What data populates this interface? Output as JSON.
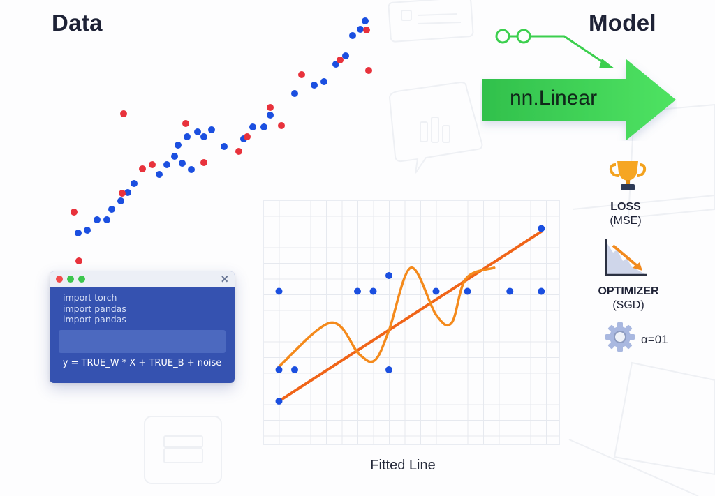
{
  "sections": {
    "data_title": "Data",
    "model_title": "Model"
  },
  "code_window": {
    "lines": [
      "import torch",
      "import pandas",
      "import pandas"
    ],
    "input_value": "",
    "formula": "y = TRUE_W * X + TRUE_B + noise",
    "close_icon": "×",
    "traffic_lights": [
      "#f24b4b",
      "#3cc64e",
      "#3cc64e"
    ]
  },
  "model": {
    "layer_label": "nn.Linear",
    "arrow_color": "#3ddc5a",
    "connector_color": "#3ccf4e"
  },
  "loss": {
    "title": "LOSS",
    "subtitle": "(MSE)",
    "icon": "trophy-icon"
  },
  "optimizer": {
    "title": "OPTIMIZER",
    "subtitle": "(SGD)",
    "icon": "descending-chart-icon",
    "setting_icon": "gear-icon",
    "learning_rate": "α=01"
  },
  "fitted": {
    "caption": "Fitted Line"
  },
  "colors": {
    "blue_point": "#1b4fe0",
    "red_point": "#e8323c",
    "fit_line": "#f06418",
    "overfit_curve": "#f48a1c",
    "code_bg": "#3552b0",
    "grid": "#e6e9ef"
  },
  "chart_data": [
    {
      "type": "scatter",
      "title": "Data",
      "series": [
        {
          "name": "blue",
          "color": "#1b4fe0",
          "points": [
            [
              112,
              334
            ],
            [
              125,
              330
            ],
            [
              139,
              315
            ],
            [
              153,
              315
            ],
            [
              160,
              300
            ],
            [
              173,
              288
            ],
            [
              183,
              276
            ],
            [
              192,
              263
            ],
            [
              228,
              250
            ],
            [
              239,
              236
            ],
            [
              250,
              224
            ],
            [
              261,
              234
            ],
            [
              274,
              243
            ],
            [
              255,
              208
            ],
            [
              268,
              196
            ],
            [
              283,
              189
            ],
            [
              292,
              196
            ],
            [
              303,
              186
            ],
            [
              321,
              210
            ],
            [
              349,
              199
            ],
            [
              362,
              182
            ],
            [
              378,
              182
            ],
            [
              387,
              165
            ],
            [
              422,
              134
            ],
            [
              450,
              122
            ],
            [
              464,
              117
            ],
            [
              481,
              92
            ],
            [
              495,
              80
            ],
            [
              505,
              51
            ],
            [
              516,
              42
            ],
            [
              523,
              30
            ]
          ]
        },
        {
          "name": "red",
          "color": "#e8323c",
          "points": [
            [
              106,
              304
            ],
            [
              113,
              374
            ],
            [
              177,
              163
            ],
            [
              175,
              277
            ],
            [
              204,
              242
            ],
            [
              218,
              236
            ],
            [
              266,
              177
            ],
            [
              292,
              233
            ],
            [
              342,
              217
            ],
            [
              354,
              196
            ],
            [
              387,
              154
            ],
            [
              403,
              180
            ],
            [
              432,
              107
            ],
            [
              487,
              86
            ],
            [
              525,
              43
            ],
            [
              528,
              101
            ]
          ]
        }
      ]
    },
    {
      "type": "line",
      "title": "Fitted Line",
      "grid": true,
      "xlim": [
        0,
        19
      ],
      "ylim": [
        0,
        15.5
      ],
      "series": [
        {
          "name": "points",
          "color": "#1b4fe0",
          "kind": "scatter",
          "points": [
            [
              1,
              9
            ],
            [
              6,
              9
            ],
            [
              7,
              9
            ],
            [
              8,
              10
            ],
            [
              11,
              9
            ],
            [
              13,
              9
            ],
            [
              15.7,
              9
            ],
            [
              17.7,
              9
            ],
            [
              1,
              4
            ],
            [
              2,
              4
            ],
            [
              8,
              4
            ],
            [
              1,
              2
            ],
            [
              17.7,
              13
            ]
          ]
        },
        {
          "name": "linear fit",
          "color": "#f06418",
          "kind": "line",
          "points": [
            [
              1,
              2
            ],
            [
              17.7,
              12.8
            ]
          ]
        },
        {
          "name": "overfit curve",
          "color": "#f48a1c",
          "kind": "curve",
          "points": [
            [
              1,
              4.2
            ],
            [
              4.3,
              7
            ],
            [
              6.1,
              5
            ],
            [
              7.1,
              4.6
            ],
            [
              8,
              6.5
            ],
            [
              9.4,
              10.5
            ],
            [
              11,
              7.5
            ],
            [
              12,
              7
            ],
            [
              12.9,
              9.8
            ],
            [
              14.7,
              10.5
            ]
          ]
        }
      ],
      "xlabel": "Fitted Line",
      "ylabel": ""
    }
  ]
}
